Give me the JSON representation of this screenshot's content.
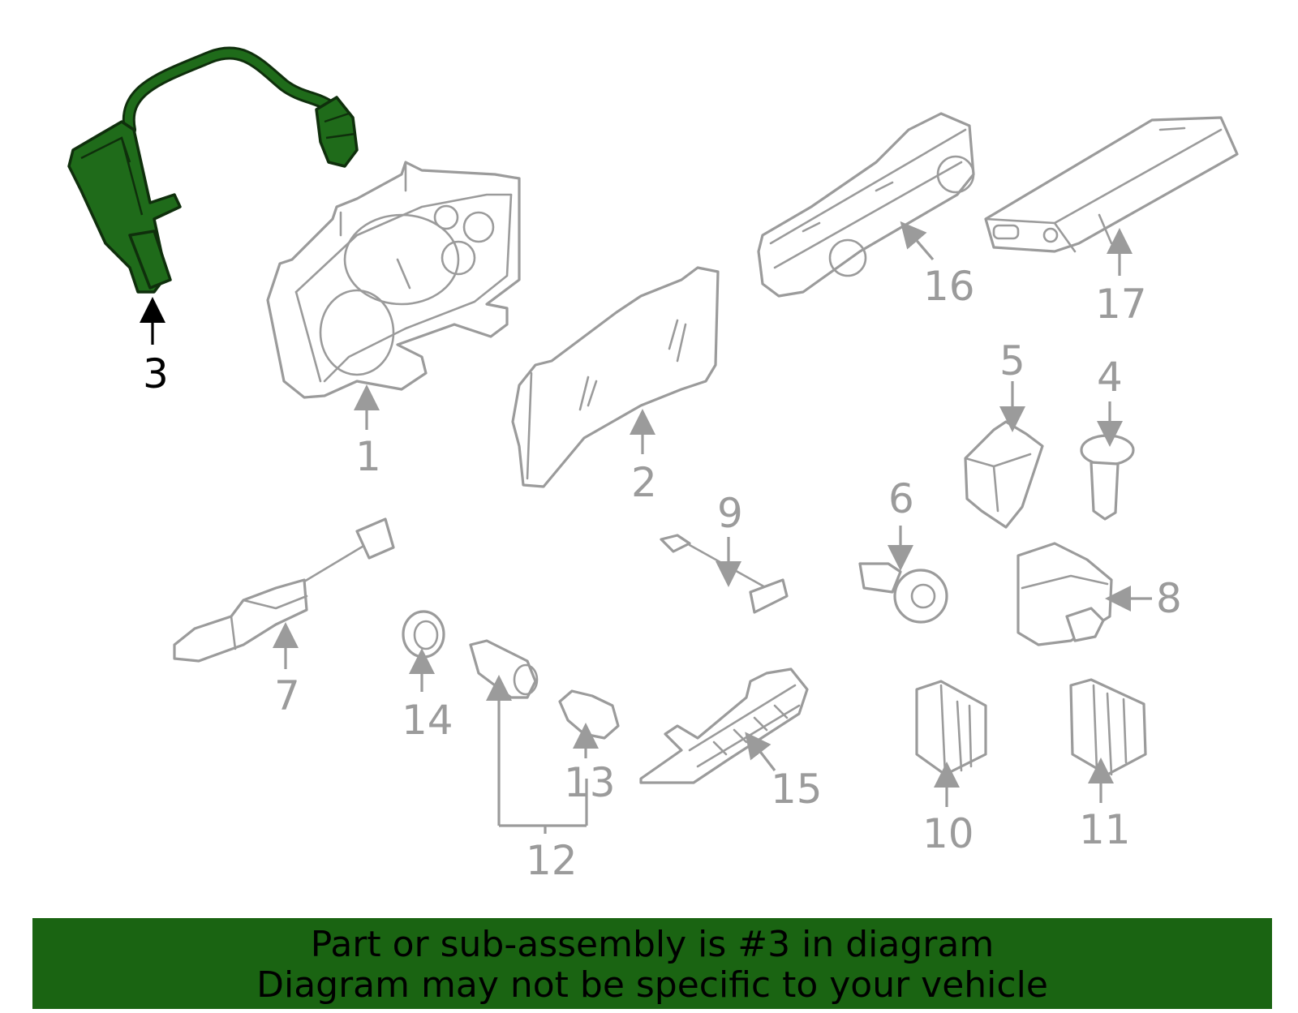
{
  "callouts": {
    "c1": "1",
    "c2": "2",
    "c3": "3",
    "c4": "4",
    "c5": "5",
    "c6": "6",
    "c7": "7",
    "c8": "8",
    "c9": "9",
    "c10": "10",
    "c11": "11",
    "c12": "12",
    "c13": "13",
    "c14": "14",
    "c15": "15",
    "c16": "16",
    "c17": "17"
  },
  "highlighted_part": "3",
  "colors": {
    "highlight": "#1f6b1a",
    "banner": "#1a6412",
    "part_outline": "#9b9b9b"
  },
  "banner": {
    "line1": "Part or sub-assembly is #3 in diagram",
    "line2": "Diagram may not be specific to your vehicle"
  }
}
